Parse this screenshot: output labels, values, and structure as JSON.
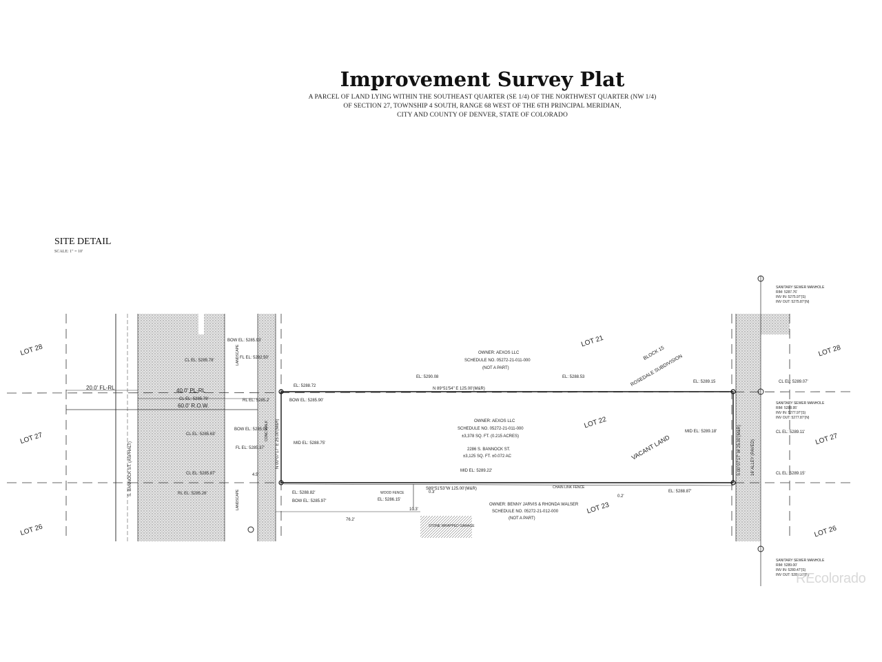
{
  "header": {
    "title": "Improvement Survey Plat",
    "line1": "A PARCEL OF LAND LYING WITHIN THE SOUTHEAST QUARTER (SE 1/4) OF THE NORTHWEST QUARTER (NW 1/4)",
    "line2": "OF SECTION 27, TOWNSHIP 4 SOUTH, RANGE 68 WEST OF THE 6TH PRINCIPAL MERIDIAN,",
    "line3": "CITY AND COUNTY OF DENVER, STATE OF COLORADO"
  },
  "detail": {
    "heading": "SITE DETAIL",
    "scale": "SCALE: 1\" = 10'"
  },
  "lots": {
    "lot28_left": "LOT 28",
    "lot27_left": "LOT 27",
    "lot26_left": "LOT 26",
    "lot21": "LOT 21",
    "lot22": "LOT 22",
    "lot23": "LOT 23",
    "lot28_right": "LOT 28",
    "lot27_right": "LOT 27",
    "lot26_right": "LOT 26",
    "vacant": "VACANT LAND",
    "block1": "BLOCK 15",
    "block2": "ROSEDALE SUBDIVISION"
  },
  "dims": {
    "pl_fl": "20.0' FL-RL",
    "pl_rl": "40.0' PL-RL",
    "row": "60.0' R.O.W.",
    "north_line": "N 89°51'54\" E  125.00'(M&R)",
    "south_line": "S89°51'53\"W  125.00'(M&R)",
    "west_line": "N 00°07'17\" E  25.00'(M&R)",
    "east_line": "S 00°07'17\" W  25.00'(M&R)",
    "d_45": "4.5'",
    "d_03a": "0.3'",
    "d_103": "10.3'",
    "d_02": "0.2'",
    "d_762": "76.2'"
  },
  "owners": {
    "north1": "OWNER: AEXOS LLC",
    "north2": "SCHEDULE NO. 05272-21-011-000",
    "north3": "(NOT A PART)",
    "main1": "OWNER: AEXOS LLC",
    "main2": "SCHEDULE NO. 05272-21-011-000",
    "main3": "±3,378 SQ. FT. (0.215 ACRES)",
    "addr1": "2286 S. BANNOCK ST.",
    "addr2": "±3,125 SQ. FT. ±0.072 AC",
    "south1": "OWNER: BENNY JARVIS & RHONDA WALSER",
    "south2": "SCHEDULE NO. 05272-21-012-000",
    "south3": "(NOT A PART)"
  },
  "elevations": {
    "el_7272": "EL: 5288.72",
    "el_5308": "EL: 5290.08",
    "el_5353": "EL: 5288.53",
    "el_5315": "EL: 5289.15",
    "el_bow1": "BOW EL: 5285.93'",
    "el_fl1": "FL EL: 5282.50'",
    "el_cl1": "CL EL: 5285.78'",
    "el_cl2": "CL EL: 5285.78'",
    "el_rl1": "RL EL: 5285.2'",
    "el_bow2": "BOW EL: 5285.90'",
    "el_bow3": "BOW EL: 5285.01'",
    "el_cl3": "CL EL: 5285.63'",
    "el_fl2": "FL EL: 5285.37'",
    "el_mid1": "MID EL: 5288.75'",
    "el_cl4": "CL EL: 5285.87'",
    "el_rl2": "RL EL: 5285.26'",
    "el_582": "EL: 5288.82'",
    "el_bow4": "BOW EL: 5285.97'",
    "el_mid2": "MID EL: 5289.22'",
    "el_mid3": "MID EL: 5289.18'",
    "el_587": "EL: 5288.87'",
    "el_cl5": "CL EL: 5289.07'",
    "el_cl6": "CL EL: 5289.11'",
    "el_cl7": "CL EL: 5289.15'",
    "el_wood": "EL: 5286.15'"
  },
  "notes": {
    "landscape1": "LANDSCAPE",
    "landscape2": "LANDSCAPE",
    "concwalk": "CONC WALK",
    "woodfence": "WOOD FENCE",
    "chainfence": "CHAIN LINK FENCE",
    "garage": "STONE WRAPPED GARAGE",
    "alley": "16' ALLEY (PAVED)",
    "street_l": "S. BANNOCK ST. (ASPHALT)",
    "manhole1": "SANITARY SEWER MANHOLE",
    "manhole1a": "RIM: 5287.76'",
    "manhole1b": "INV IN: 5275.97'(S)",
    "manhole1c": "INV OUT: 5275.87'(N)",
    "manhole2": "SANITARY SEWER MANHOLE",
    "manhole2a": "RIM: 5288.95'",
    "manhole2b": "INV IN: 5277.97'(S)",
    "manhole2c": "INV OUT: 5277.87'(N)",
    "manhole3": "SANITARY SEWER MANHOLE",
    "manhole3a": "RIM: 5289.00'",
    "manhole3b": "INV IN: 5280.47'(S)",
    "manhole3c": "INV OUT: 5280.37'(N)"
  },
  "watermark": "REcolorado"
}
